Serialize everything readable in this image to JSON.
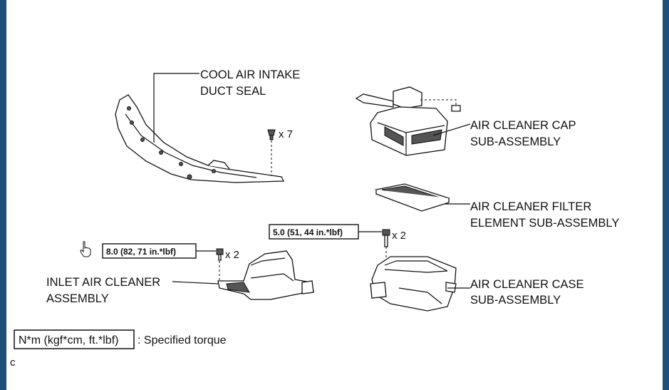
{
  "labels": {
    "cool_air_intake_duct_seal": [
      "COOL AIR INTAKE",
      "DUCT SEAL"
    ],
    "air_cleaner_cap": [
      "AIR CLEANER CAP",
      "SUB-ASSEMBLY"
    ],
    "air_cleaner_filter": [
      "AIR CLEANER FILTER",
      "ELEMENT SUB-ASSEMBLY"
    ],
    "air_cleaner_case": [
      "AIR CLEANER CASE",
      "SUB-ASSEMBLY"
    ],
    "inlet_air_cleaner": [
      "INLET AIR CLEANER",
      "ASSEMBLY"
    ]
  },
  "torques": {
    "inlet": "8.0 (82, 71 in.*lbf)",
    "case": "5.0 (51, 44 in.*lbf)"
  },
  "quantities": {
    "seal_clips": "x 7",
    "inlet_bolts": "x 2",
    "case_bolts": "x 2"
  },
  "legend": {
    "box": "N*m (kgf*cm, ft.*lbf)",
    "text": ": Specified torque"
  },
  "corner_note": "c"
}
